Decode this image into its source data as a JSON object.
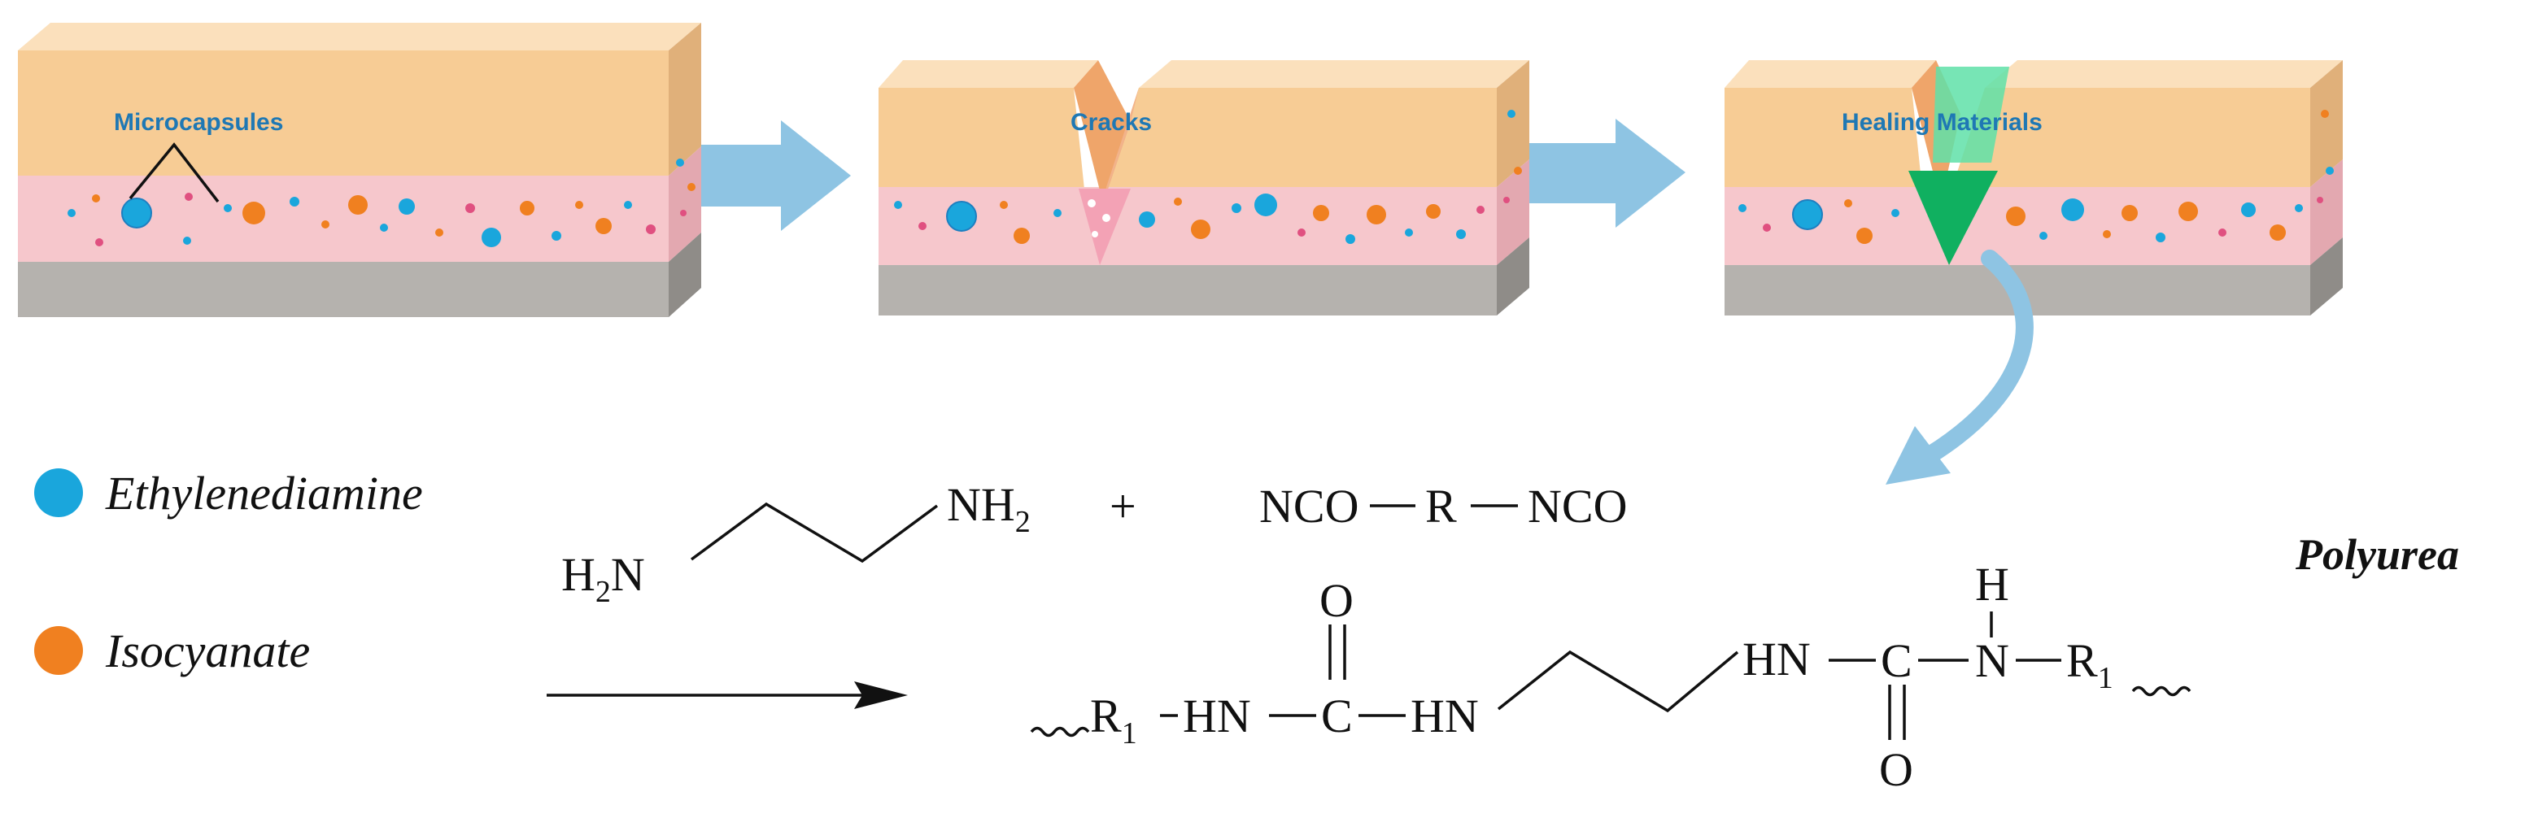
{
  "stage_labels": {
    "microcapsules": "Microcapsules",
    "cracks": "Cracks",
    "healing": "Healing Materials"
  },
  "legend": {
    "ethylenediamine": "Ethylenediamine",
    "isocyanate": "Isocyanate"
  },
  "colors": {
    "ethylenediamine": "#1aa6dc",
    "isocyanate": "#f08020",
    "coating": "#f7cc95",
    "matrix": "#f6c7cc",
    "substrate": "#b5b2ae",
    "arrow": "#8ec4e3",
    "healing": "#1ecb76"
  },
  "reactants": {
    "h2n_main": "H",
    "h2n_sub": "2",
    "h2n_n": "N",
    "nh2_main": "NH",
    "nh2_sub": "2",
    "plus": "+",
    "nco_left": "NCO",
    "r": "R",
    "nco_right": "NCO"
  },
  "product": {
    "name": "Polyurea",
    "r1_left": "R",
    "r1_left_sub": "1",
    "hn1": "HN",
    "c1": "C",
    "o1": "O",
    "hn2": "HN",
    "hn3": "HN",
    "c2": "C",
    "o2": "O",
    "h_top": "H",
    "n_right": "N",
    "r1_right": "R",
    "r1_right_sub": "1"
  }
}
